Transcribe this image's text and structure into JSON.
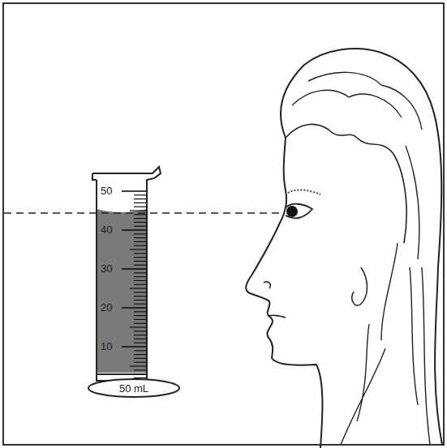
{
  "diagram": {
    "nodes": [
      {
        "text": [
          "50 mL"
        ]
      }
    ],
    "labels": [
      "50",
      "40",
      "30",
      "20",
      "10"
    ]
  }
}
